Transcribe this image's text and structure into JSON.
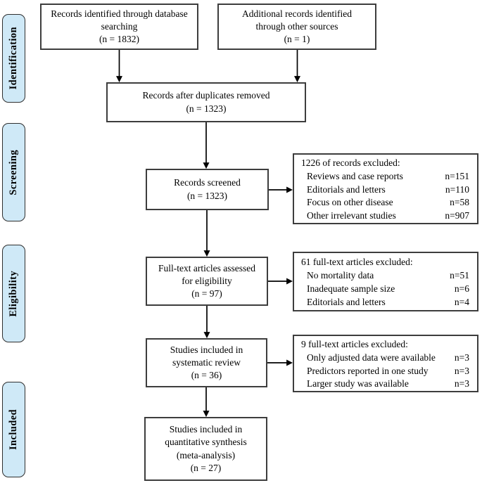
{
  "stages": [
    {
      "label": "Identification"
    },
    {
      "label": "Screening"
    },
    {
      "label": "Eligibility"
    },
    {
      "label": "Included"
    }
  ],
  "flow": {
    "database": "Records identified through database\nsearching\n(n = 1832)",
    "additional": "Additional records identified\nthrough other sources\n(n = 1)",
    "duplicates": "Records after duplicates removed\n(n = 1323)",
    "screened": "Records screened\n(n = 1323)",
    "fulltext": "Full-text articles assessed\nfor eligibility\n(n = 97)",
    "systematic": "Studies included in\nsystematic review\n(n = 36)",
    "quantitative": "Studies included in\nquantitative synthesis\n(meta-analysis)\n(n = 27)"
  },
  "exclusions": {
    "screening": {
      "title": "1226 of records excluded:",
      "items": [
        {
          "label": "Reviews and case reports",
          "n": "n=151"
        },
        {
          "label": "Editorials and letters",
          "n": "n=110"
        },
        {
          "label": "Focus on other disease",
          "n": "n=58"
        },
        {
          "label": "Other irrelevant studies",
          "n": "n=907"
        }
      ]
    },
    "eligibility": {
      "title": "61 full-text articles excluded:",
      "items": [
        {
          "label": "No mortality data",
          "n": "n=51"
        },
        {
          "label": "Inadequate sample size",
          "n": "n=6"
        },
        {
          "label": "Editorials and letters",
          "n": "n=4"
        }
      ]
    },
    "review": {
      "title": "9 full-text articles excluded:",
      "items": [
        {
          "label": "Only adjusted data were available",
          "n": "n=3"
        },
        {
          "label": "Predictors reported in one study",
          "n": "n=3"
        },
        {
          "label": "Larger study was available",
          "n": "n=3"
        }
      ]
    }
  },
  "colors": {
    "stage_fill": "#cfe9f7",
    "stage_border": "#2f2f2f",
    "box_border": "#3d3d3d",
    "arrow": "#000000"
  }
}
